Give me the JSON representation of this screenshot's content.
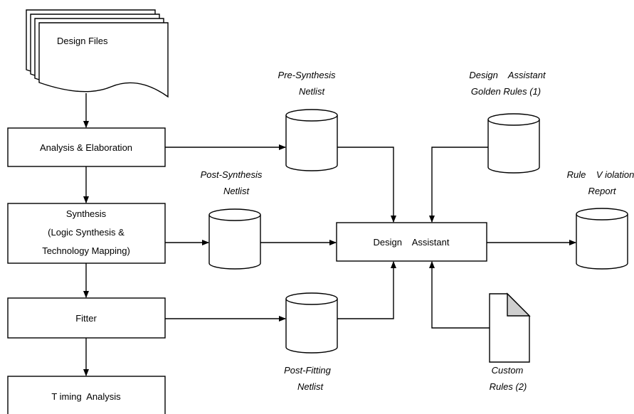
{
  "design_files": {
    "label": "Design Files"
  },
  "process_boxes": {
    "analysis": "Analysis & Elaboration",
    "synthesis": [
      "Synthesis",
      "(Logic Synthesis &",
      "Technology Mapping)"
    ],
    "fitter": "Fitter",
    "timing": "T iming  Analysis",
    "design_assistant": "Design    Assistant"
  },
  "databases": {
    "pre_synthesis": [
      "Pre-Synthesis",
      "Netlist"
    ],
    "post_synthesis": [
      "Post-Synthesis",
      "Netlist"
    ],
    "post_fitting": [
      "Post-Fitting",
      "Netlist"
    ],
    "golden_rules": [
      "Design    Assistant",
      "Golden Rules (1)"
    ],
    "rule_violation": [
      "Rule    V iolation",
      "Report"
    ]
  },
  "documents": {
    "custom_rules": [
      "Custom",
      "Rules (2)"
    ]
  }
}
